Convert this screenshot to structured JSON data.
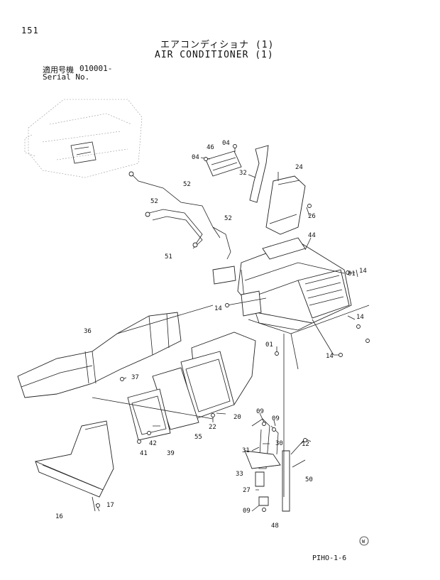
{
  "page_number": "151",
  "title_jp": "エアコンディショナ (1)",
  "title_en": "AIR CONDITIONER (1)",
  "serial_label_jp": "適用号機",
  "serial_value": "010001-",
  "serial_label_en": "Serial No.",
  "figure_code": "PIHO-1-6",
  "watermark_symbol": "W",
  "part_labels": {
    "p04a": "04",
    "p46": "46",
    "p04b": "04",
    "p24": "24",
    "p32": "32",
    "p26": "26",
    "p52a": "52",
    "p52b": "52",
    "p52c": "52",
    "p51": "51",
    "p44": "44",
    "p01a": "01",
    "p14a": "14",
    "p14b": "14",
    "p14c": "14",
    "p14d": "14",
    "p36": "36",
    "p01b": "01",
    "p37": "37",
    "p20": "20",
    "p22": "22",
    "p09a": "09",
    "p09b": "09",
    "p30": "30",
    "p31": "31",
    "p12": "12",
    "p42": "42",
    "p41": "41",
    "p39": "39",
    "p55": "55",
    "p33": "33",
    "p50": "50",
    "p27": "27",
    "p09c": "09",
    "p17": "17",
    "p16": "16",
    "p48": "48"
  }
}
